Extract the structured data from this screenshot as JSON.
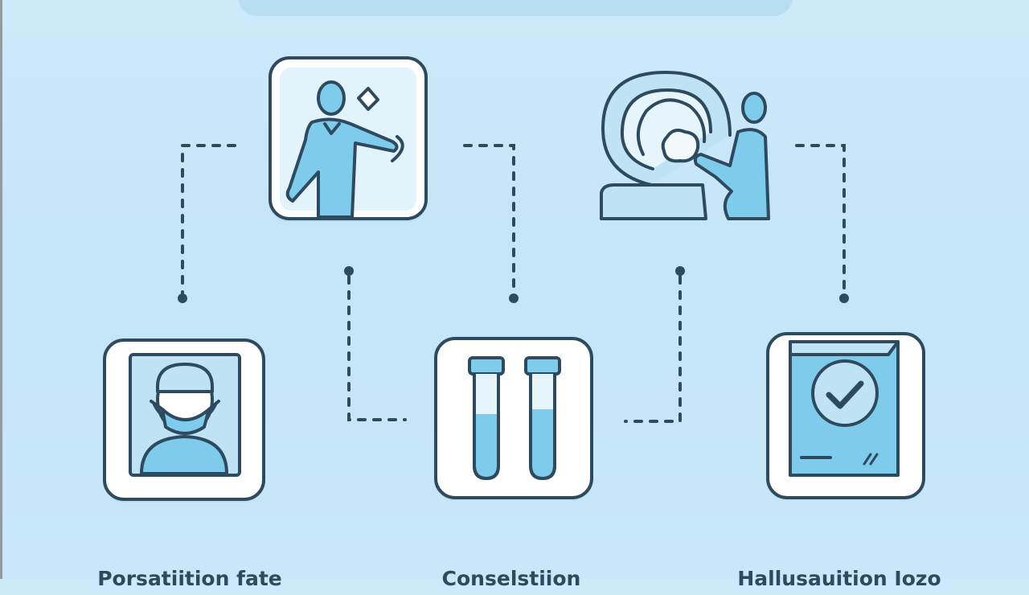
{
  "colors": {
    "background": "#c8e8f9",
    "card_fill": "#ffffff",
    "outline": "#2e4a5e",
    "icon_fill_light": "#bfe3f5",
    "icon_fill_blue": "#7ecbec"
  },
  "steps": [
    {
      "label": "Porsatiition fate",
      "icon": "doctor-portrait-icon"
    },
    {
      "label": "Conselstiion",
      "icon": "test-tubes-icon"
    },
    {
      "label": "Hallusauition Iozo",
      "icon": "approved-document-icon"
    }
  ],
  "top_cards": [
    {
      "icon": "doctor-pointing-icon"
    },
    {
      "icon": "mri-scanner-icon"
    }
  ]
}
